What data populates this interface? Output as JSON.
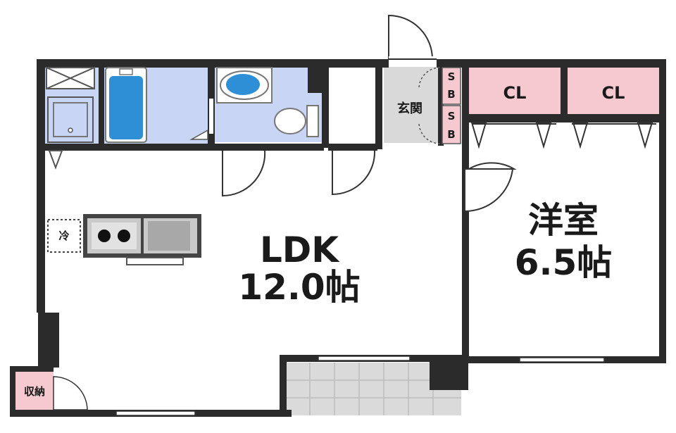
{
  "colors": {
    "wall": "#2b2b2b",
    "bath": "#c9d5f5",
    "tub": "#2f8fd6",
    "closet": "#f6c9d0",
    "entrance": "#d9d9d9",
    "balcony": "#d6d6d6",
    "floor": "#ffffff"
  },
  "rooms": {
    "ldk_name": "LDK",
    "ldk_size": "12.0帖",
    "western_name": "洋室",
    "western_size": "6.5帖",
    "entrance": "玄関",
    "closet_1": "CL",
    "closet_2": "CL",
    "shoe_box_1": "SB",
    "shoe_box_2": "SB",
    "storage": "収納",
    "fridge": "冷"
  },
  "icons": [
    "door-swing-icon",
    "bathtub-icon",
    "toilet-icon",
    "sink-icon",
    "stove-icon",
    "washer-icon"
  ]
}
